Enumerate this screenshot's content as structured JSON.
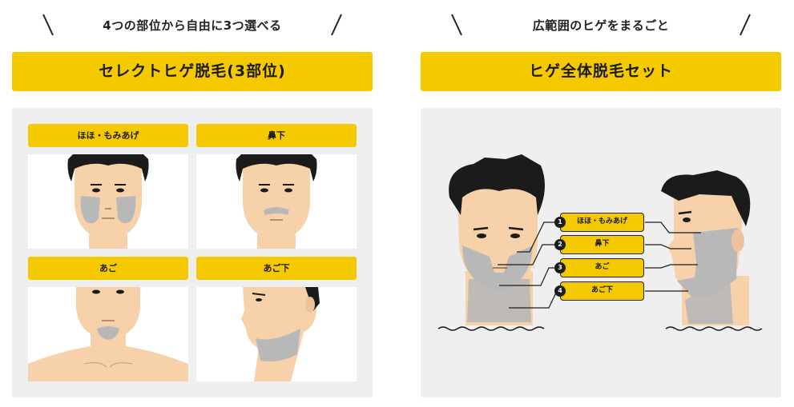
{
  "left": {
    "tagline": "4つの部位から自由に3つ選べる",
    "title": "セレクトヒゲ脱毛(3部位)",
    "cells": [
      {
        "label": "ほほ・もみあげ"
      },
      {
        "label": "鼻下"
      },
      {
        "label": "あご"
      },
      {
        "label": "あご下"
      }
    ]
  },
  "right": {
    "tagline": "広範囲のヒゲをまるごと",
    "title": "ヒゲ全体脱毛セット",
    "zones": [
      {
        "num": "1",
        "label": "ほほ・もみあげ"
      },
      {
        "num": "2",
        "label": "鼻下"
      },
      {
        "num": "3",
        "label": "あご"
      },
      {
        "num": "4",
        "label": "あご下"
      }
    ]
  },
  "colors": {
    "accent_yellow": "#f5c900",
    "panel_gray": "#efefef",
    "skin": "#f6d1aa",
    "hair": "#1b1b1b",
    "beard_zone": "#b8b8b8"
  }
}
